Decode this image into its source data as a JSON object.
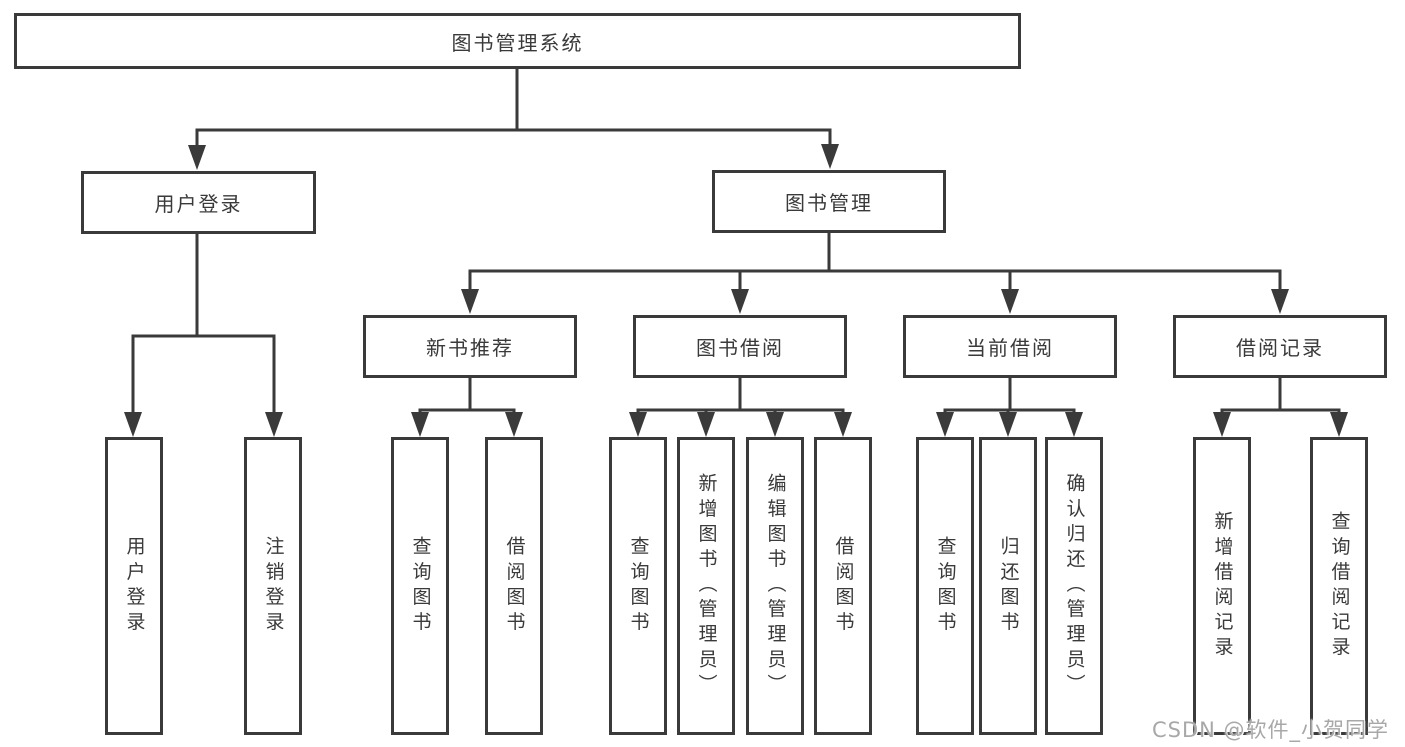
{
  "diagram_title": "图书管理系统",
  "colors": {
    "line": "#3a3a3a",
    "text": "#3a3a3a",
    "background": "#ffffff",
    "watermark": "#a8a8a8"
  },
  "nodes": {
    "root": "图书管理系统",
    "user_login": "用户登录",
    "book_mgmt": "图书管理",
    "new_books": "新书推荐",
    "book_borrow": "图书借阅",
    "current_borrow": "当前借阅",
    "borrow_records": "借阅记录",
    "leaves": {
      "user_login": [
        "用户登录",
        "注销登录"
      ],
      "new_books": [
        "查询图书",
        "借阅图书"
      ],
      "book_borrow": [
        "查询图书",
        "新增图书（管理员）",
        "编辑图书（管理员）",
        "借阅图书"
      ],
      "current_borrow": [
        "查询图书",
        "归还图书",
        "确认归还（管理员）"
      ],
      "borrow_records": [
        "新增借阅记录",
        "查询借阅记录"
      ]
    }
  },
  "watermark": "CSDN @软件_小贺同学"
}
